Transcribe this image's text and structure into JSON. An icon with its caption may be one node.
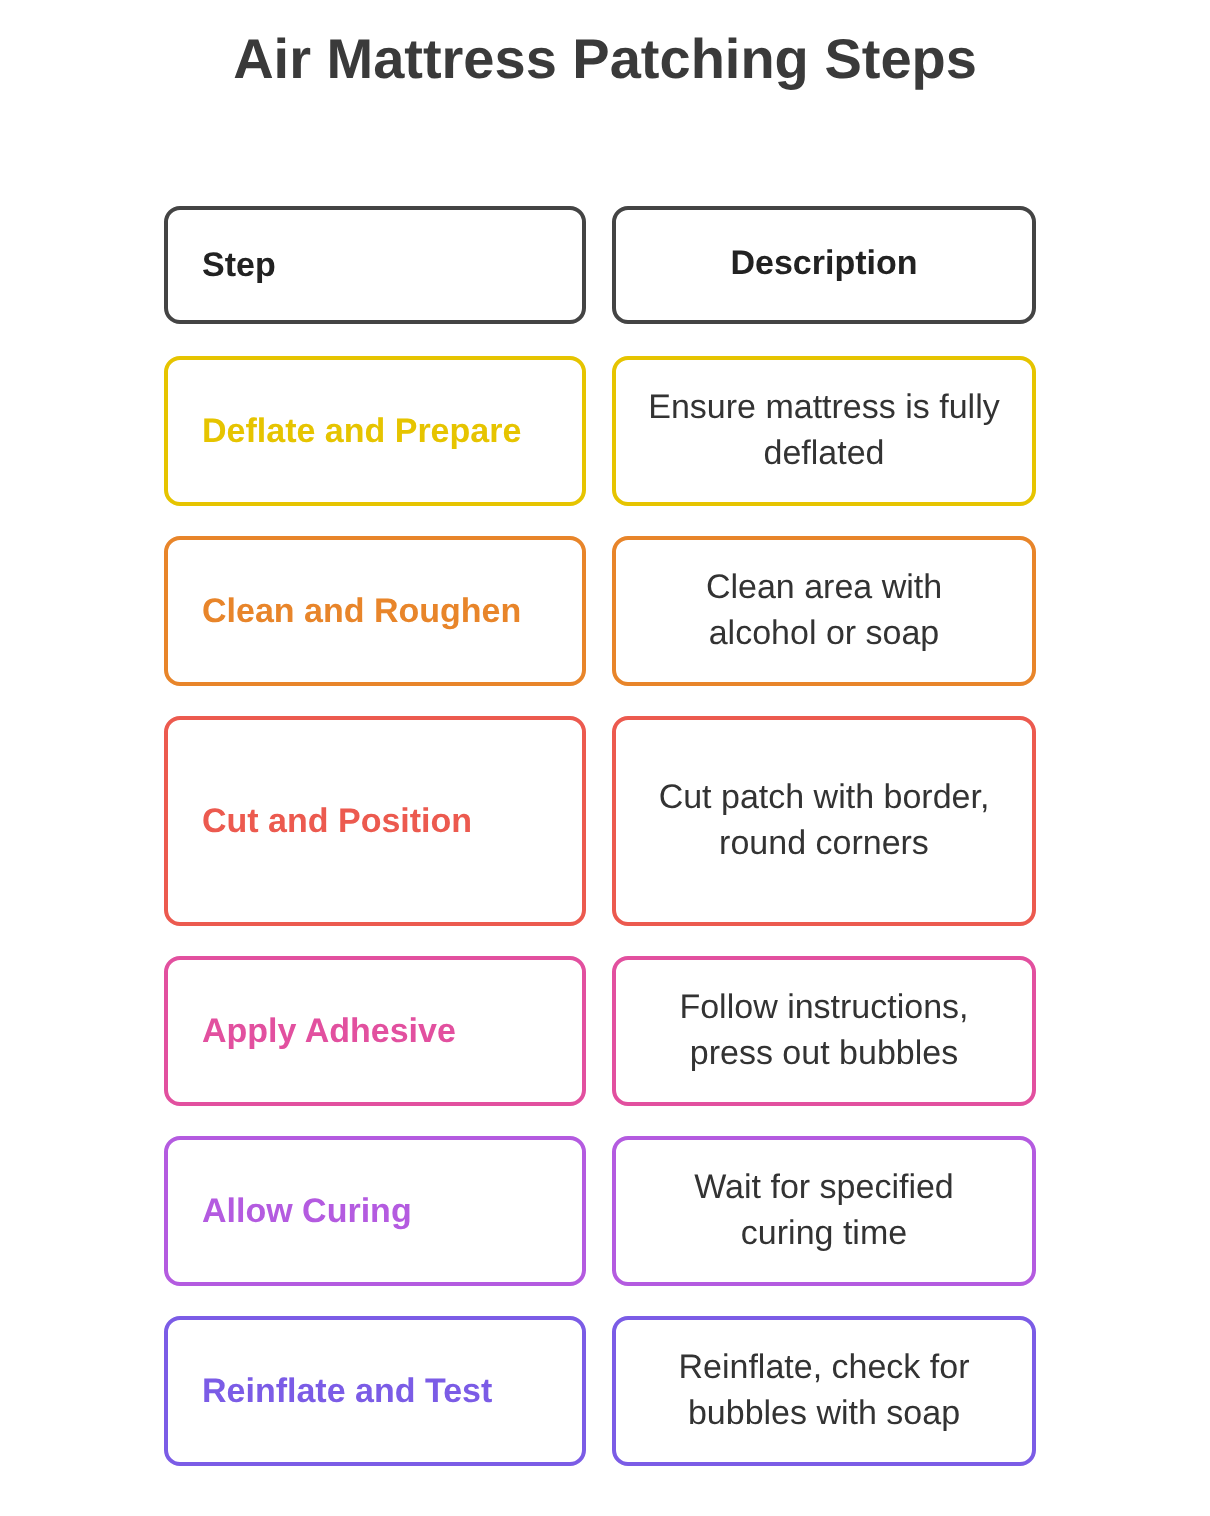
{
  "diagram": {
    "title": "Air Mattress Patching Steps",
    "nodes": [
      {
        "text": [
          "Step"
        ]
      },
      {
        "text": [
          "Description"
        ]
      },
      {
        "text": [
          "Deflate and Prepare"
        ]
      },
      {
        "text": [
          "Ensure mattress is fully deflated"
        ]
      },
      {
        "text": [
          "Clean and Roughen"
        ]
      },
      {
        "text": [
          "Clean area with alcohol or soap"
        ]
      },
      {
        "text": [
          "Cut and Position"
        ]
      },
      {
        "text": [
          "Cut patch with border, round corners"
        ]
      },
      {
        "text": [
          "Apply Adhesive"
        ]
      },
      {
        "text": [
          "Follow instructions, press out bubbles"
        ]
      },
      {
        "text": [
          "Allow Curing"
        ]
      },
      {
        "text": [
          "Wait for specified curing time"
        ]
      },
      {
        "text": [
          "Reinflate and Test"
        ]
      },
      {
        "text": [
          "Reinflate, check for bubbles with soap"
        ]
      }
    ]
  }
}
